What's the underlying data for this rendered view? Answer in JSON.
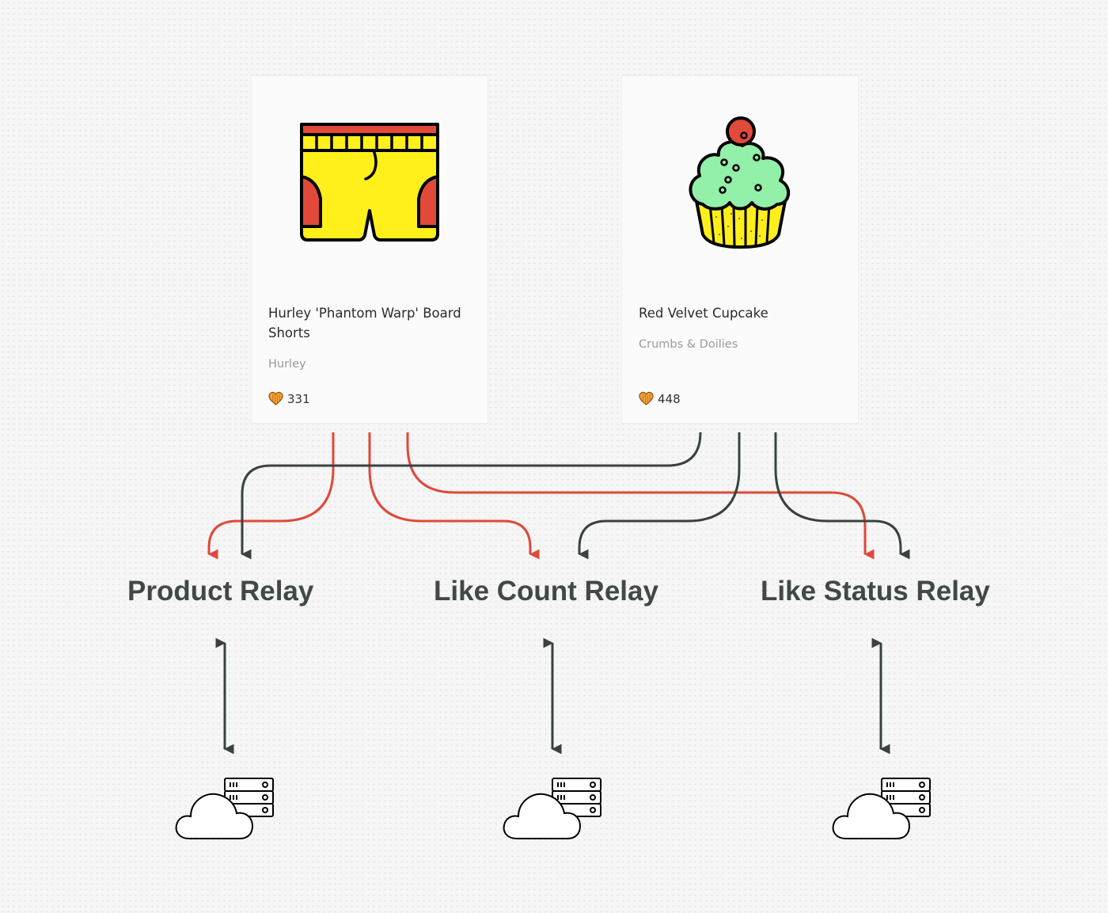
{
  "products": [
    {
      "title": "Hurley 'Phantom Warp' Board Shorts",
      "brand": "Hurley",
      "likes": "331",
      "image_icon": "board-shorts-icon"
    },
    {
      "title": "Red Velvet Cupcake",
      "brand": "Crumbs & Doilies",
      "likes": "448",
      "image_icon": "cupcake-icon"
    }
  ],
  "relays": [
    {
      "label": "Product Relay",
      "backend_icon": "cloud-server-icon"
    },
    {
      "label": "Like Count Relay",
      "backend_icon": "cloud-server-icon"
    },
    {
      "label": "Like Status Relay",
      "backend_icon": "cloud-server-icon"
    }
  ],
  "colors": {
    "red_connector": "#e0493a",
    "dark_connector": "#3a4141",
    "shorts_body": "#ffef1a",
    "shorts_accent": "#e14a3b",
    "cupcake_frosting": "#93f0a9",
    "cupcake_liner": "#ffee1c",
    "cherry": "#e14a3b",
    "heart": "#f2a33a"
  }
}
